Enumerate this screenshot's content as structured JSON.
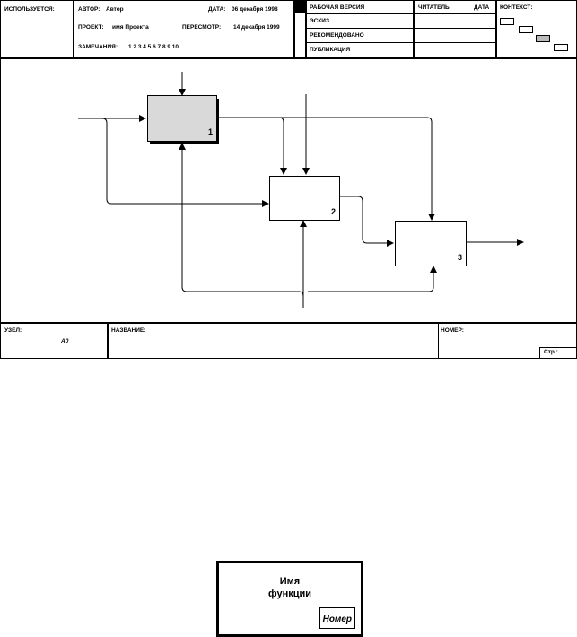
{
  "header": {
    "used_in": "ИСПОЛЬЗУЕТСЯ:",
    "author_label": "АВТОР:",
    "author": "Автор",
    "date_label": "ДАТА:",
    "date": "06 декабря 1998",
    "project_label": "ПРОЕКТ:",
    "project": "имя Проекта",
    "review_label": "ПЕРЕСМОТР:",
    "review": "14 декабря 1999",
    "notes_label": "ЗАМЕЧАНИЯ:",
    "notes": "1  2  3  4  5  6  7  8  9  10",
    "status": [
      "РАБОЧАЯ ВЕРСИЯ",
      "ЭСКИЗ",
      "РЕКОМЕНДОВАНО",
      "ПУБЛИКАЦИЯ"
    ],
    "reader_label": "ЧИТАТЕЛЬ",
    "reader_date_label": "ДАТА",
    "context_label": "КОНТЕКСТ:"
  },
  "diagram": {
    "boxes": [
      {
        "number": "1"
      },
      {
        "number": "2"
      },
      {
        "number": "3"
      }
    ]
  },
  "footer": {
    "node_label": "УЗЕЛ:",
    "node": "А0",
    "title_label": "НАЗВАНИЕ:",
    "number_label": "НОМЕР:",
    "page_label": "Стр.:"
  },
  "legend_box": {
    "name_line1": "Имя",
    "name_line2": "функции",
    "number": "Номер"
  }
}
